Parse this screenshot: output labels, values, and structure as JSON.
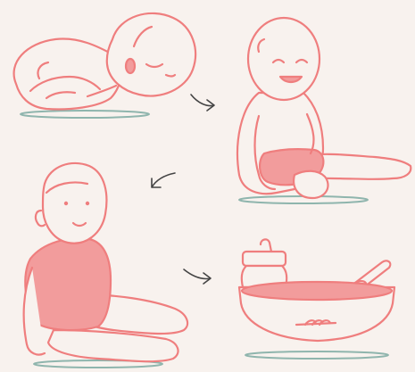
{
  "illustration": {
    "panels": [
      {
        "id": "sleeping-baby"
      },
      {
        "id": "sitting-baby"
      },
      {
        "id": "toddler-sitting"
      },
      {
        "id": "bottle-and-bowl"
      }
    ],
    "arrows": [
      "arrow-to-sitting",
      "arrow-to-toddler",
      "arrow-to-food"
    ],
    "colors": {
      "background": "#f8f2ee",
      "outline": "#ef7e7e",
      "fill": "#f29c9c",
      "ground": "#8fb5ad",
      "arrow": "#444444"
    }
  }
}
